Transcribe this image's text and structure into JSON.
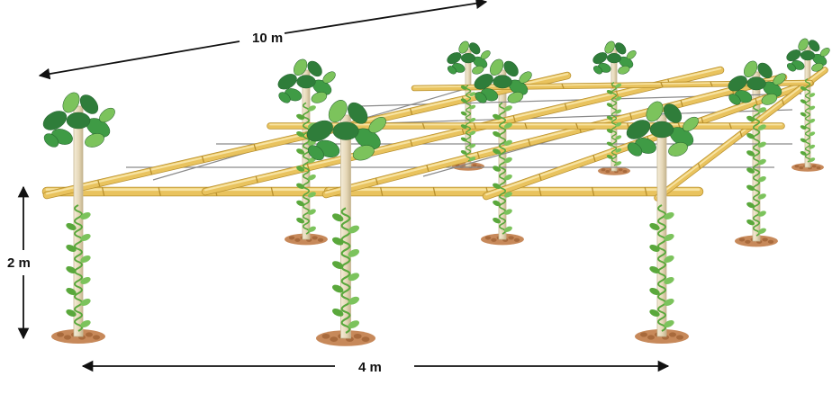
{
  "dimensions": {
    "depth": "10 m",
    "height": "2 m",
    "width": "4 m"
  },
  "colors": {
    "bamboo": "#e9c35e",
    "bamboo_highlight": "#f7e3a2",
    "bamboo_shadow": "#b8902e",
    "post": "#e8dcc0",
    "post_shadow": "#c7b894",
    "leaf_dark": "#2f7d3a",
    "leaf_mid": "#3f9b45",
    "leaf_light": "#7cc35c",
    "vine": "#5aa83c",
    "soil": "#c7895a",
    "wire": "#8a8a8a",
    "text": "#111111"
  },
  "icons": {
    "plant": "climbing-bean-plant-icon",
    "arrow": "double-arrow-icon"
  }
}
